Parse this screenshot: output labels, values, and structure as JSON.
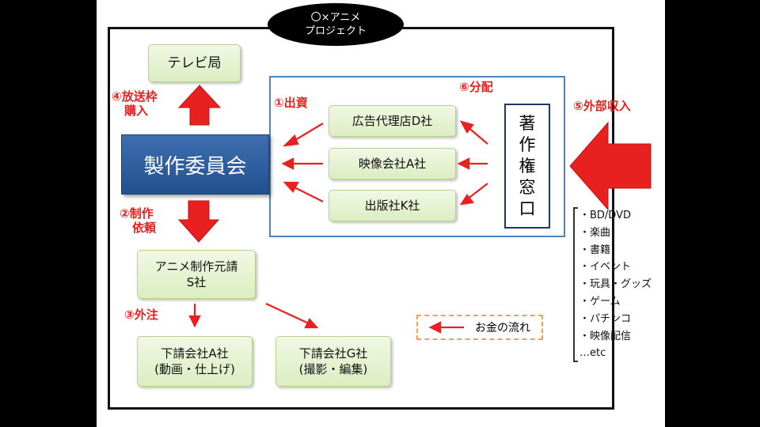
{
  "title": [
    "〇×アニメ",
    "プロジェクト"
  ],
  "nodes": {
    "tv_station": "テレビ局",
    "committee": "製作委員会",
    "ad_agency": "広告代理店D社",
    "video_company": "映像会社A社",
    "publisher": "出版社K社",
    "copyright_window": [
      "著",
      "作",
      "権",
      "窓",
      "口"
    ],
    "anime_prime": [
      "アニメ制作元請",
      "S社"
    ],
    "sub_a": [
      "下請会社A社",
      "(動画・仕上げ)"
    ],
    "sub_g": [
      "下請会社G社",
      "(撮影・編集)"
    ]
  },
  "labels": {
    "broadcast": [
      "④放送枠",
      "購入"
    ],
    "investment": "①出資",
    "distribution": "⑥分配",
    "external_income": "⑤外部収入",
    "production_request": [
      "②制作",
      "依頼"
    ],
    "outsourcing": "③外注"
  },
  "legend": "お金の流れ",
  "external_sources": [
    "・BD/DVD",
    "・楽曲",
    "・書籍",
    "・イベント",
    "・玩具・グッズ",
    "・ゲーム",
    "・パチンコ",
    "・映像配信",
    "…etc"
  ],
  "colors": {
    "money_flow": "#e8201f",
    "committee": "#2f5f9f",
    "region": "#4f81bd"
  }
}
